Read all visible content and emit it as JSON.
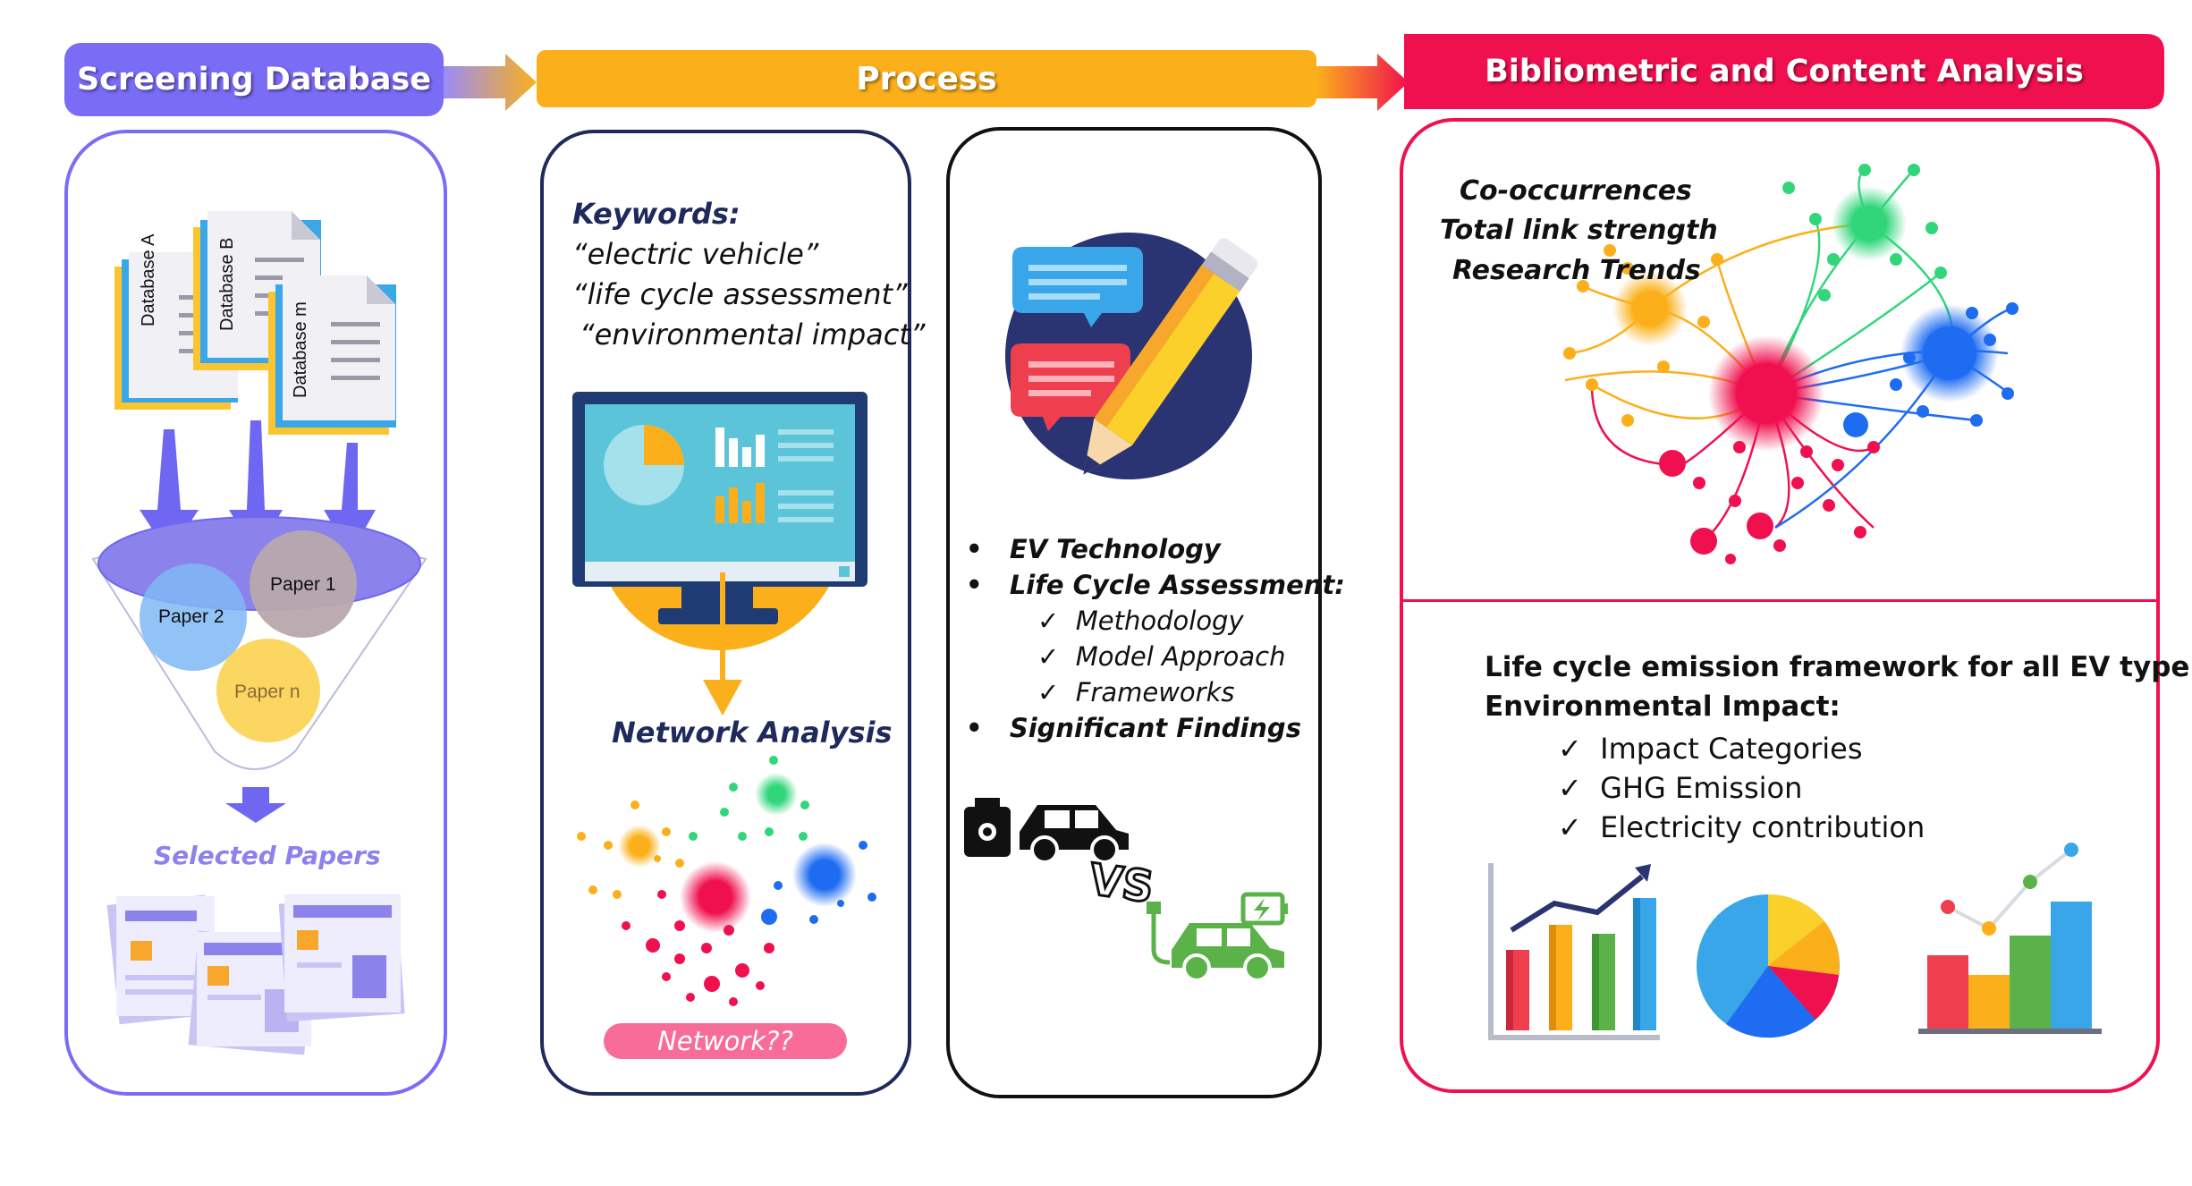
{
  "headers": {
    "screening": "Screening Database",
    "process": "Process",
    "analysis": "Bibliometric and Content Analysis"
  },
  "screening": {
    "databases": [
      "Database A",
      "Database B",
      "Database m"
    ],
    "papers": [
      "Paper 1",
      "Paper 2",
      "Paper n"
    ],
    "selected": "Selected Papers"
  },
  "process": {
    "keywords_title": "Keywords:",
    "keywords": [
      "“electric vehicle”",
      "“life cycle assessment”",
      "“environmental impact”"
    ],
    "network_analysis": "Network Analysis",
    "network_question": "Network??"
  },
  "content": {
    "bullets": [
      "EV Technology",
      "Life Cycle Assessment:",
      "Significant Findings"
    ],
    "sub_items": [
      "Methodology",
      "Model Approach",
      "Frameworks"
    ],
    "vs": "VS"
  },
  "analysis": {
    "network_labels": [
      "Co-occurrences",
      "Total link strength",
      "Research Trends"
    ],
    "framework": "Life cycle emission framework for all EV type",
    "env_impact": "Environmental Impact:",
    "checks": [
      "Impact Categories",
      "GHG Emission",
      "Electricity contribution"
    ]
  },
  "colors": {
    "screening": "#7b6cf6",
    "process": "#fbb01b",
    "analysis": "#f0104f",
    "navy": "#1f2a5c"
  }
}
